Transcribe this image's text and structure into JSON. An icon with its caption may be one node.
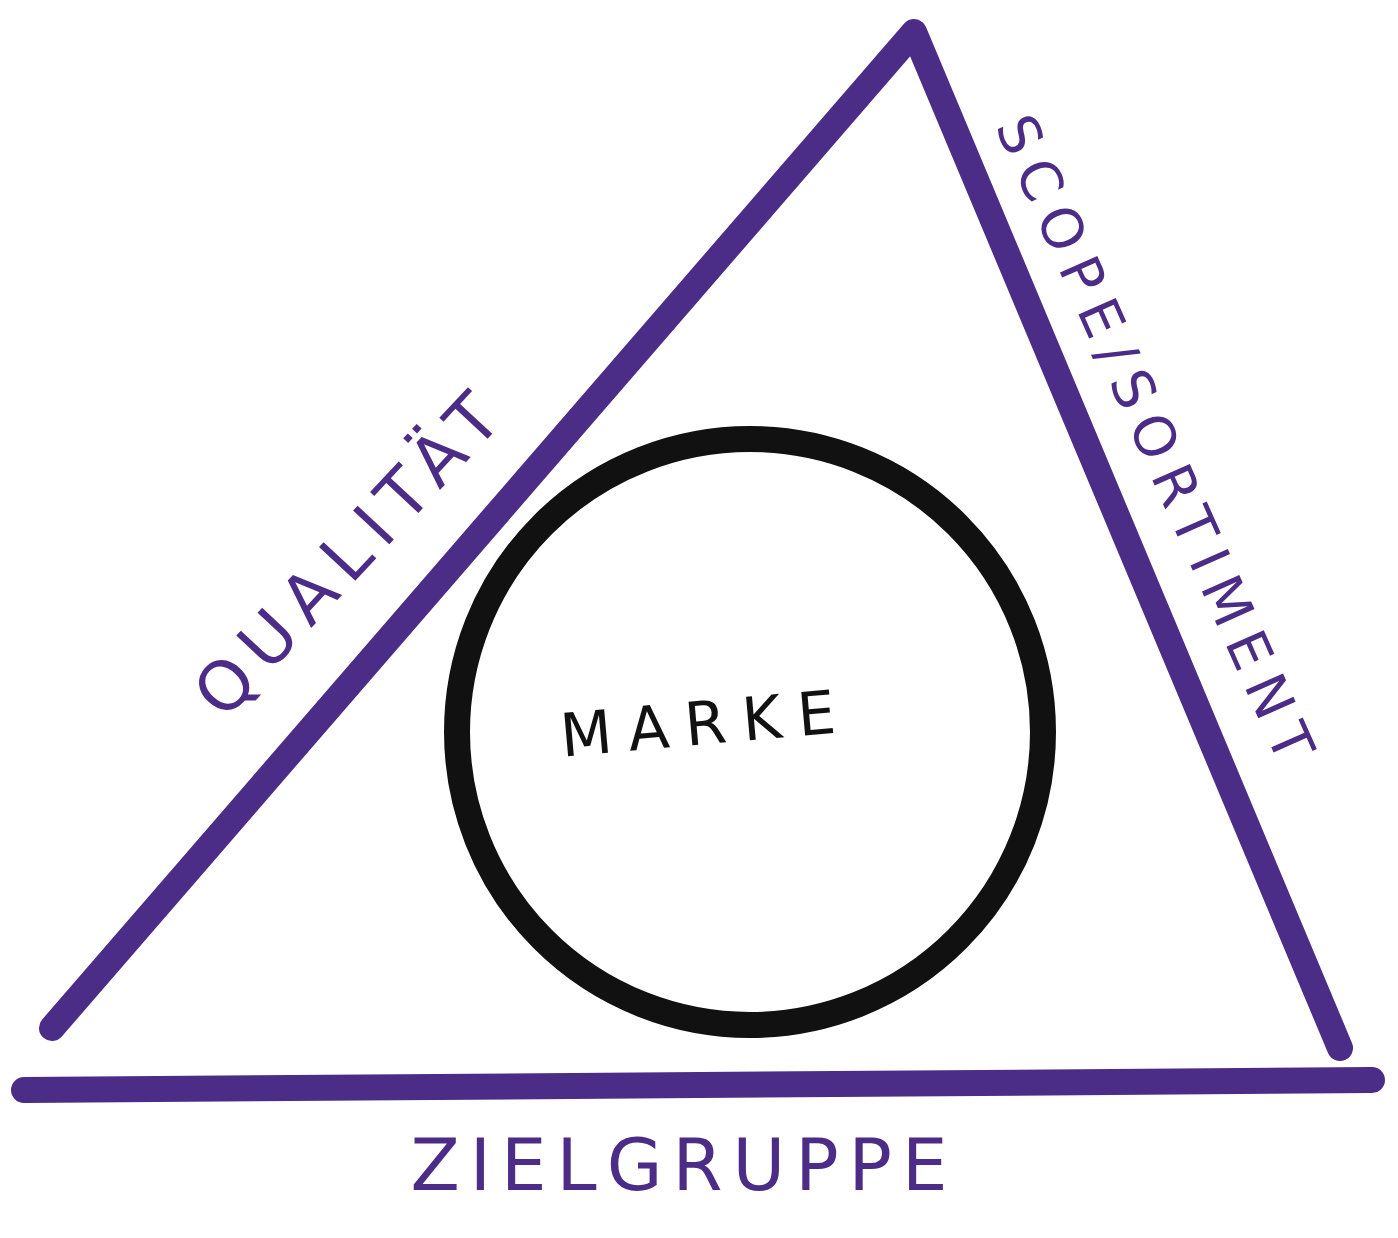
{
  "diagram": {
    "nodes": [
      {
        "text": [
          "QUALITÄT",
          "SCOPE/SORTIMENT",
          "ZIELGRUPPE"
        ]
      },
      {
        "text": [
          "MARKE"
        ],
        "in": 0
      }
    ]
  }
}
